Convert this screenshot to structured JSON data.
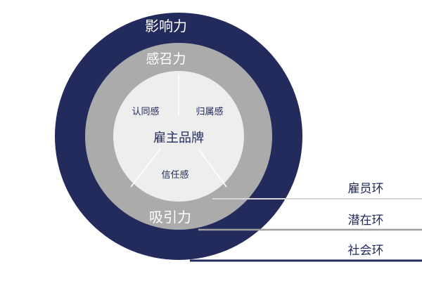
{
  "rings": {
    "outer": {
      "label": "影响力",
      "color": "#232a5c"
    },
    "middle": {
      "label": "感召力",
      "color": "#ababab"
    },
    "inner": {
      "color": "#eeeeee"
    }
  },
  "center": {
    "title": "雇主品牌",
    "segments": [
      "认同感",
      "归属感",
      "信任感"
    ]
  },
  "bottom_label": "吸引力",
  "legend": [
    {
      "label": "雇员环",
      "line_color": "#d6d6d6"
    },
    {
      "label": "潜在环",
      "line_color": "#a0a0a0"
    },
    {
      "label": "社会环",
      "line_color": "#232a5c"
    }
  ],
  "colors": {
    "text_dark": "#232a5c",
    "text_light": "#ffffff"
  }
}
